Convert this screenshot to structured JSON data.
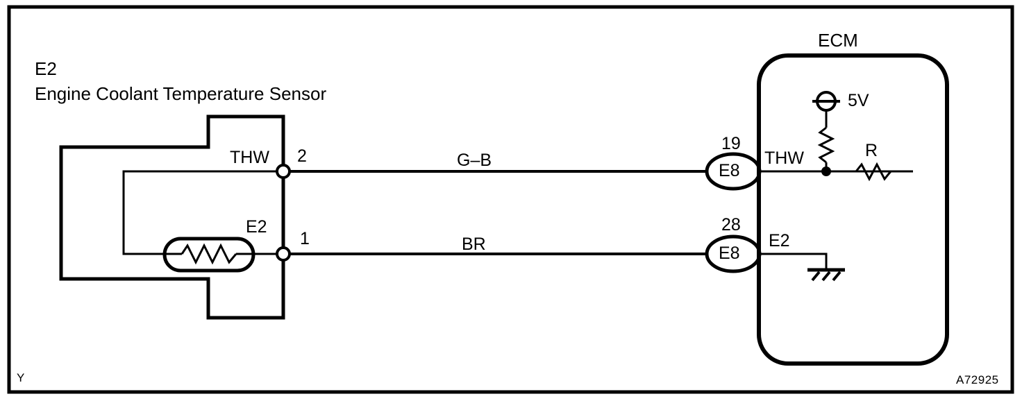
{
  "figure": {
    "corner_mark": "Y",
    "figure_code": "A72925"
  },
  "sensor": {
    "connector_id": "E2",
    "name": "Engine Coolant Temperature Sensor",
    "terminals": [
      {
        "signal": "THW",
        "pin": "2"
      },
      {
        "signal": "E2",
        "pin": "1"
      }
    ],
    "element_name": "thermistor-element"
  },
  "wires": [
    {
      "label": "G–B",
      "from_pin": "2",
      "to_connector": "E8",
      "to_pin": "19"
    },
    {
      "label": "BR",
      "from_pin": "1",
      "to_connector": "E8",
      "to_pin": "28"
    }
  ],
  "ecm": {
    "title": "ECM",
    "supply_label": "5V",
    "pullup_resistor_name": "pull-up-resistor",
    "series_resistor_label": "R",
    "ground_name": "chassis-ground",
    "connectors": [
      {
        "pin_number": "19",
        "connector_name": "E8",
        "signal": "THW"
      },
      {
        "pin_number": "28",
        "connector_name": "E8",
        "signal": "E2"
      }
    ]
  },
  "colors": {
    "line": "#000000",
    "background": "#ffffff"
  }
}
